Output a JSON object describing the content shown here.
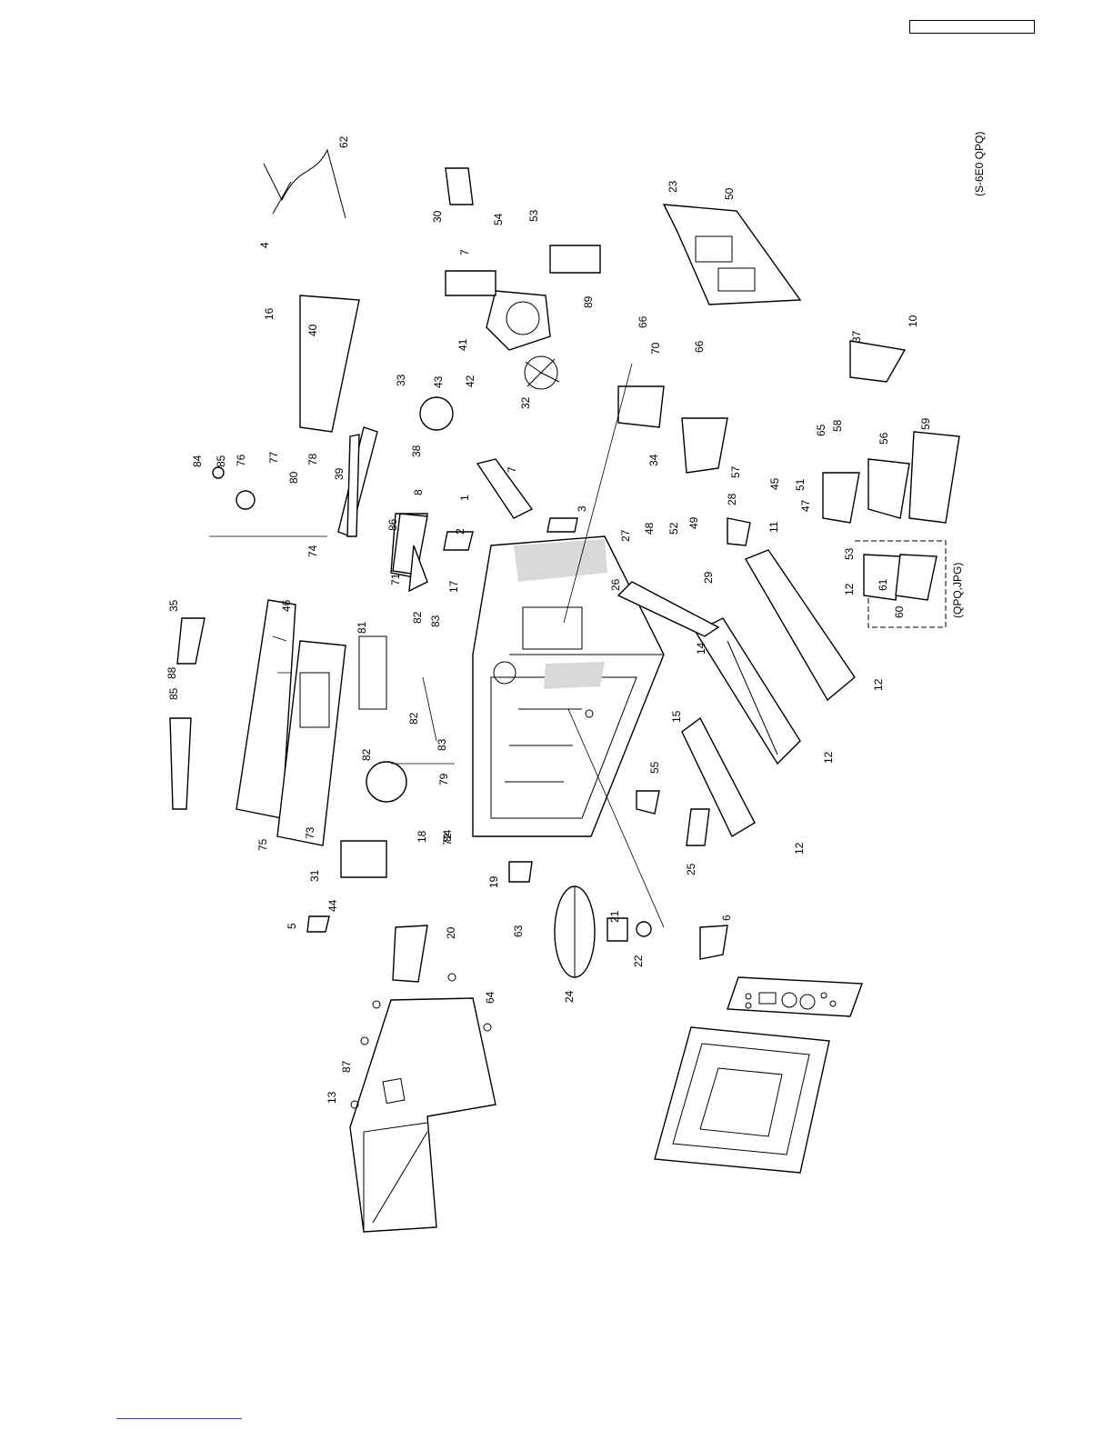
{
  "diagram": {
    "model_caption": "(S-6E0 QPQ)",
    "variant_caption": "(QPQ,JPG)",
    "part_labels": [
      "1",
      "2",
      "3",
      "4",
      "5",
      "6",
      "7",
      "7",
      "8",
      "10",
      "11",
      "12",
      "12",
      "12",
      "12",
      "13",
      "14",
      "15",
      "16",
      "17",
      "18",
      "19",
      "20",
      "21",
      "22",
      "23",
      "24",
      "25",
      "26",
      "27",
      "28",
      "29",
      "30",
      "31",
      "32",
      "33",
      "34",
      "35",
      "37",
      "38",
      "39",
      "40",
      "41",
      "42",
      "43",
      "44",
      "45",
      "46",
      "47",
      "48",
      "49",
      "50",
      "51",
      "52",
      "53",
      "53",
      "54",
      "55",
      "56",
      "57",
      "58",
      "59",
      "60",
      "61",
      "62",
      "63",
      "64",
      "65",
      "66",
      "66",
      "70",
      "71",
      "72",
      "73",
      "74",
      "75",
      "76",
      "77",
      "78",
      "79",
      "80",
      "81",
      "82",
      "82",
      "82",
      "83",
      "83",
      "84",
      "84",
      "85",
      "85",
      "86",
      "87",
      "88",
      "89"
    ]
  }
}
